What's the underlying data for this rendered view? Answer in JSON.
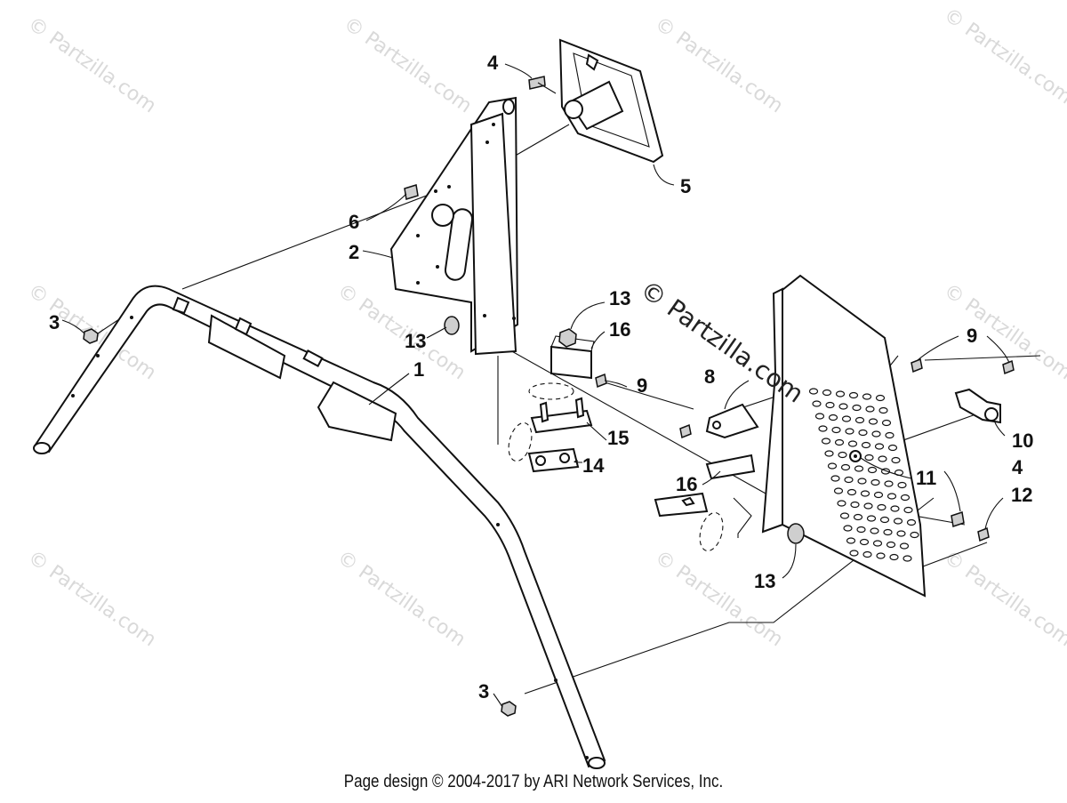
{
  "watermark": {
    "text": "© Partzilla.com",
    "center_text": "© Partzilla.com"
  },
  "callouts": {
    "c1": "1",
    "c2": "2",
    "c3a": "3",
    "c3b": "3",
    "c4a": "4",
    "c4b": "4",
    "c5": "5",
    "c6": "6",
    "c8": "8",
    "c9a": "9",
    "c9b": "9",
    "c10": "10",
    "c11": "11",
    "c12": "12",
    "c13a": "13",
    "c13b": "13",
    "c13c": "13",
    "c14": "14",
    "c15": "15",
    "c16a": "16",
    "c16b": "16"
  },
  "footer": {
    "text": "Page design © 2004-2017 by ARI Network Services, Inc."
  }
}
